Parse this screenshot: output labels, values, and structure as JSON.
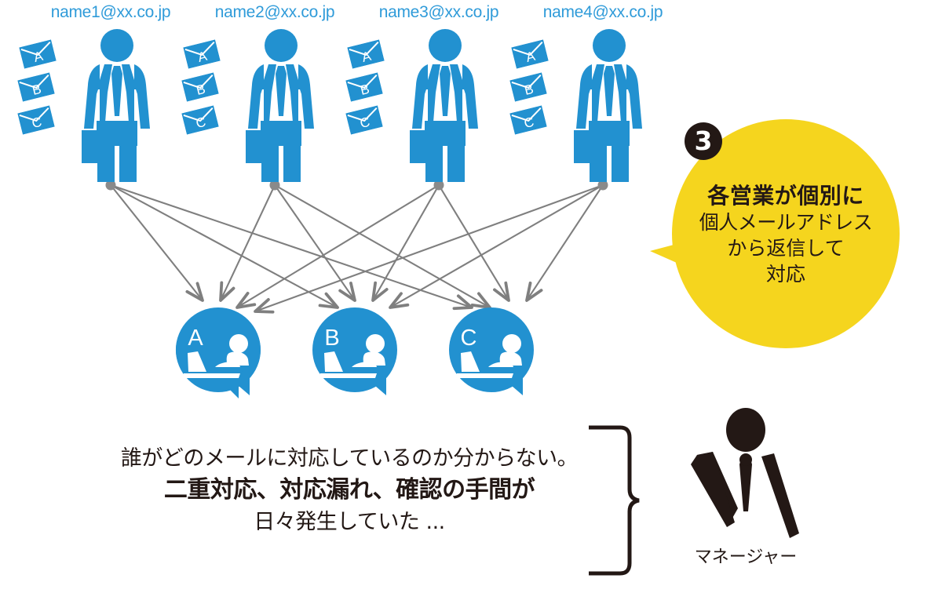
{
  "diagram": {
    "title": "各営業が個別に個人メールアドレスから返信して対応",
    "colors": {
      "blue": "#2291D0",
      "yellow": "#F5D51E",
      "dark": "#231815",
      "gray_line": "#7F7F7F",
      "email_text": "#2F9BD9"
    }
  },
  "salespeople": [
    {
      "email": "name1@xx.co.jp",
      "envelopes": [
        "A",
        "B",
        "C"
      ],
      "icon": "businessman-icon"
    },
    {
      "email": "name2@xx.co.jp",
      "envelopes": [
        "A",
        "B",
        "C"
      ],
      "icon": "businessman-icon"
    },
    {
      "email": "name3@xx.co.jp",
      "envelopes": [
        "A",
        "B",
        "C"
      ],
      "icon": "businessman-icon"
    },
    {
      "email": "name4@xx.co.jp",
      "envelopes": [
        "A",
        "B",
        "C"
      ],
      "icon": "businessman-icon"
    }
  ],
  "customers": [
    {
      "label": "A",
      "icon": "customer-laptop-bubble-icon"
    },
    {
      "label": "B",
      "icon": "customer-laptop-bubble-icon"
    },
    {
      "label": "C",
      "icon": "customer-laptop-bubble-icon"
    }
  ],
  "callout": {
    "badge": "3",
    "line1": "各営業が個別に",
    "line2": "個人メールアドレス",
    "line3": "から返信して",
    "line4": "対応"
  },
  "problem": {
    "line1": "誰がどのメールに対応しているのか分からない。",
    "line2": "二重対応、対応漏れ、確認の手間が",
    "line3": "日々発生していた ..."
  },
  "manager": {
    "label": "マネージャー",
    "icon": "manager-person-icon"
  }
}
